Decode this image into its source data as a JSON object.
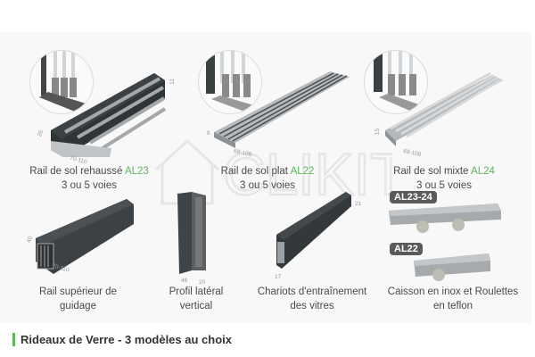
{
  "products": [
    {
      "name": "Rail de sol rehaussé",
      "code": "AL23",
      "line2": "3 ou 5 voies",
      "dims": {
        "height": "26",
        "width": "70-110",
        "side": "11"
      }
    },
    {
      "name": "Rail de sol plat",
      "code": "AL22",
      "line2": "3 ou 5 voies",
      "dims": {
        "height": "8",
        "width": "68-108"
      }
    },
    {
      "name": "Rail de sol mixte",
      "code": "AL24",
      "line2": "3 ou 5 voies",
      "dims": {
        "height": "15",
        "width": "68-108"
      }
    },
    {
      "name": "Rail supérieur de",
      "line2": "guidage",
      "dims": {
        "height": "40",
        "width": "70-110"
      }
    },
    {
      "name": "Profil latéral",
      "line2": "vertical",
      "dims": {
        "a": "46",
        "b": "20"
      }
    },
    {
      "name": "Chariots d'entraînement",
      "line2": "des vitres",
      "dims": {
        "a": "17",
        "b": "21"
      }
    },
    {
      "name": "Caisson en inox et Roulettes",
      "line2": "en teflon",
      "badges": [
        "AL23-24",
        "AL22"
      ]
    }
  ],
  "watermark": "CLIKIT",
  "caption": "Rideaux de Verre - 3 modèles au choix",
  "colors": {
    "accent": "#5cb85c",
    "badge": "#5a5a5a",
    "panel": "#f8f8f8",
    "dark_profile": "#3a3f42",
    "light_profile": "#b5b8ba"
  }
}
